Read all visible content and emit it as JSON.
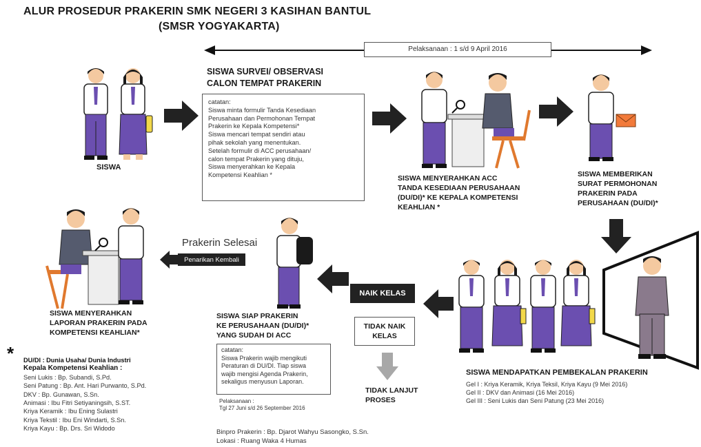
{
  "title_line1": "ALUR PROSEDUR PRAKERIN  SMK NEGERI 3 KASIHAN BANTUL",
  "title_line2": "(SMSR YOGYAKARTA)",
  "pelaksanaan_top": "Pelaksanaan : 1 s/d 9 April 2016",
  "siswa": "SISWA",
  "survei_title_1": "SISWA SURVEI/ OBSERVASI",
  "survei_title_2": "CALON TEMPAT PRAKERIN",
  "catatan_1": {
    "head": "catatan:",
    "lines": [
      "Siswa minta formulir Tanda Kesediaan",
      "Perusahaan dan Permohonan Tempat",
      "Prakerin ke Kepala Kompetensi*",
      "Siswa mencari tempat sendiri atau",
      "pihak sekolah yang menentukan.",
      "Setelah formulir di ACC perusahaan/",
      "calon tempat Prakerin yang dituju,",
      "Siswa menyerahkan ke Kepala",
      "Kompetensi Keahlian *"
    ]
  },
  "acc_label": [
    "SISWA MENYERAHKAN ACC",
    "TANDA KESEDIAAN PERUSAHAAN",
    "(DU/DI)* KE KEPALA KOMPETENSI",
    "KEAHLIAN *"
  ],
  "surat_label": [
    "SISWA MEMBERIKAN",
    "SURAT PERMOHONAN",
    "PRAKERIN PADA",
    "PERUSAHAAN (DU/DI)*"
  ],
  "pembekalan": {
    "title": "SISWA MENDAPATKAN PEMBEKALAN PRAKERIN",
    "lines": [
      "Gel I : Kriya Keramik, Kriya Teksil, Kriya Kayu (9 Mei 2016)",
      "Gel II : DKV dan Animasi (16 Mei 2016)",
      "Gel III : Seni Lukis dan Seni Patung (23 Mei 2016)"
    ]
  },
  "naik_kelas": "NAIK KELAS",
  "tidak_naik": [
    "TIDAK NAIK",
    "KELAS"
  ],
  "tidak_lanjut": [
    "TIDAK LANJUT",
    "PROSES"
  ],
  "siap_label": [
    "SISWA SIAP PRAKERIN",
    "KE PERUSAHAAN (DU/DI)*",
    "YANG SUDAH DI ACC"
  ],
  "catatan_2": {
    "head": "catatan:",
    "lines": [
      "Siswa Prakerin wajib mengikuti",
      "Peraturan di DU/DI. Tiap siswa",
      "wajib mengisi Agenda Prakerin,",
      "sekaligus menyusun Laporan."
    ]
  },
  "pelaksanaan_bottom": [
    "Pelaksanaan :",
    "Tgl 27 Juni s/d 26 September 2016"
  ],
  "prakerin_selesai": "Prakerin Selesai",
  "penarikan": "Penarikan Kembali",
  "laporan_label": [
    "SISWA MENYERAHKAN",
    "LAPORAN PRAKERIN PADA",
    "KOMPETENSI KEAHLIAN*"
  ],
  "legend": {
    "star": "*",
    "dudi": "DU/DI : Dunia Usaha/ Dunia Industri",
    "kepala": "Kepala Kompetensi Keahlian :",
    "lines": [
      "Seni Lukis : Bp. Subandi, S.Pd.",
      "Seni Patung : Bp. Ant. Hari Purwanto, S.Pd.",
      "DKV : Bp. Gunawan, S.Sn.",
      "Animasi : Ibu Fitri Setiyaningsih, S.ST.",
      "Kriya Keramik : Ibu Ening Sulastri",
      "Kriya Tekstil : Ibu Eni Windarti, S.Sn.",
      "Kriya Kayu : Bp. Drs. Sri Widodo"
    ]
  },
  "binpro": "Binpro Prakerin : Bp. Djarot Wahyu Sasongko, S.Sn.",
  "lokasi": "Lokasi : Ruang Waka 4 Humas",
  "colors": {
    "uniform_shirt": "#ffffff",
    "uniform_pants": "#6b4fb0",
    "skin": "#f4c9a0",
    "hair": "#1a1a1a",
    "bag": "#f2d84a",
    "arrow": "#222222",
    "gray_arrow": "#a8a8a8",
    "envelope": "#f27a3a",
    "chair": "#e0792e"
  }
}
